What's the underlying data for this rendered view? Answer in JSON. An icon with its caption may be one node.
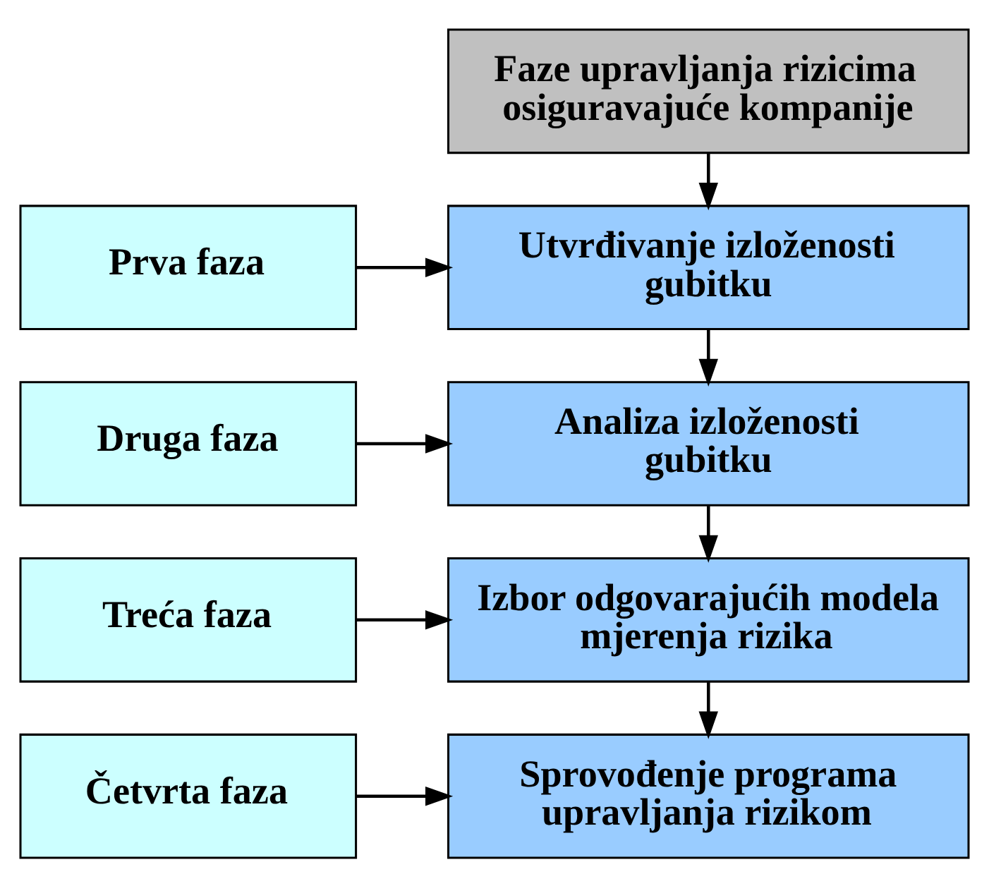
{
  "diagram": {
    "nodes": [
      {
        "text": [
          "Faze upravljanja rizicima osiguravajuće kompanije"
        ]
      },
      {
        "text": [
          "Prva faza"
        ]
      },
      {
        "text": [
          "Utvrđivanje izloženosti gubitku"
        ]
      },
      {
        "text": [
          "Druga faza"
        ]
      },
      {
        "text": [
          "Analiza izloženosti gubitku"
        ]
      },
      {
        "text": [
          "Treća faza"
        ]
      },
      {
        "text": [
          "Izbor odgovarajućih modela mjerenja rizika"
        ]
      },
      {
        "text": [
          "Četvrta faza"
        ]
      },
      {
        "text": [
          "Sprovođenje programa upravljanja rizikom"
        ]
      }
    ],
    "edges": [
      {
        "from": 0,
        "to": 2,
        "arrow": "to"
      },
      {
        "from": 1,
        "to": 2,
        "arrow": "to"
      },
      {
        "from": 2,
        "to": 4,
        "arrow": "to"
      },
      {
        "from": 3,
        "to": 4,
        "arrow": "to"
      },
      {
        "from": 4,
        "to": 6,
        "arrow": "to"
      },
      {
        "from": 5,
        "to": 6,
        "arrow": "to"
      },
      {
        "from": 6,
        "to": 8,
        "arrow": "to"
      },
      {
        "from": 7,
        "to": 8,
        "arrow": "to"
      }
    ]
  }
}
